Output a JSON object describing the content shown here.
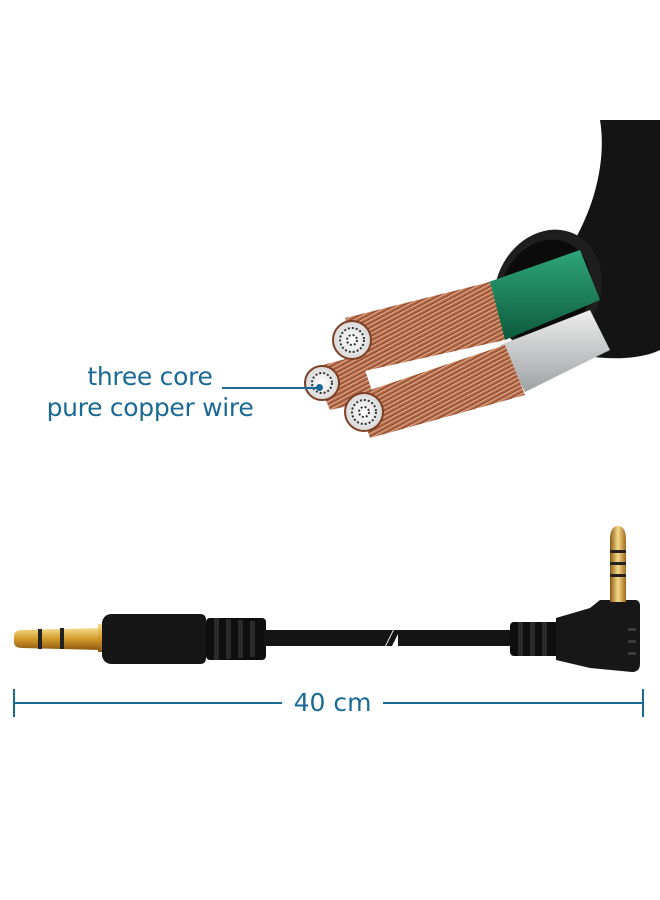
{
  "callout": {
    "line1": "three core",
    "line2": "pure copper wire"
  },
  "dimension": {
    "label": "40 cm"
  },
  "colors": {
    "accent_text": "#1a6a95",
    "cable_black": "#111111",
    "copper": "#c07850",
    "green_insulation": "#17805a",
    "silver_insulation": "#c9cccd",
    "gold_plug": "#d9a83a"
  },
  "illustration": {
    "cable_cross_section": "three-core-copper-wire",
    "straight_plug": "3.5mm-straight-3-pole",
    "angled_plug": "right-angle-4-pole"
  }
}
